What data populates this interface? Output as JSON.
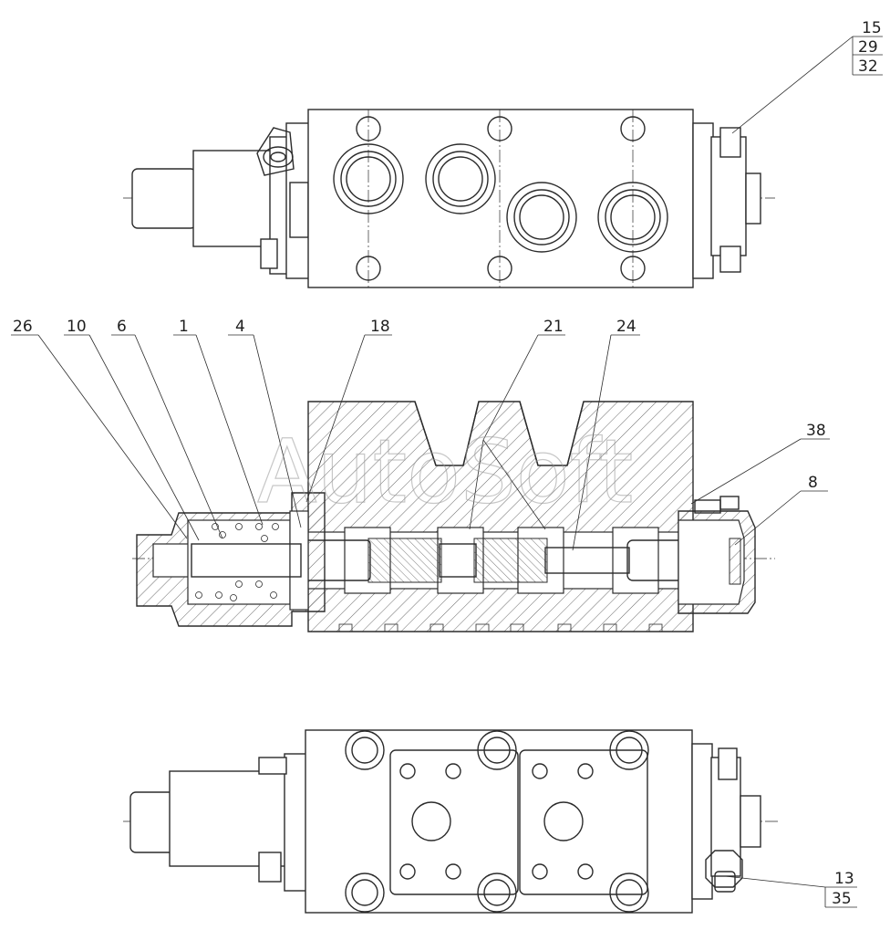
{
  "watermark": "AutoSoft",
  "callouts": {
    "top_stack": [
      "15",
      "29",
      "32"
    ],
    "section": [
      "26",
      "10",
      "6",
      "1",
      "4",
      "18",
      "21",
      "24",
      "38",
      "8"
    ],
    "bottom_stack": [
      "13",
      "35"
    ]
  },
  "colors": {
    "line": "#2b2b2b",
    "background": "#ffffff",
    "watermark": "#9a9a9a"
  }
}
